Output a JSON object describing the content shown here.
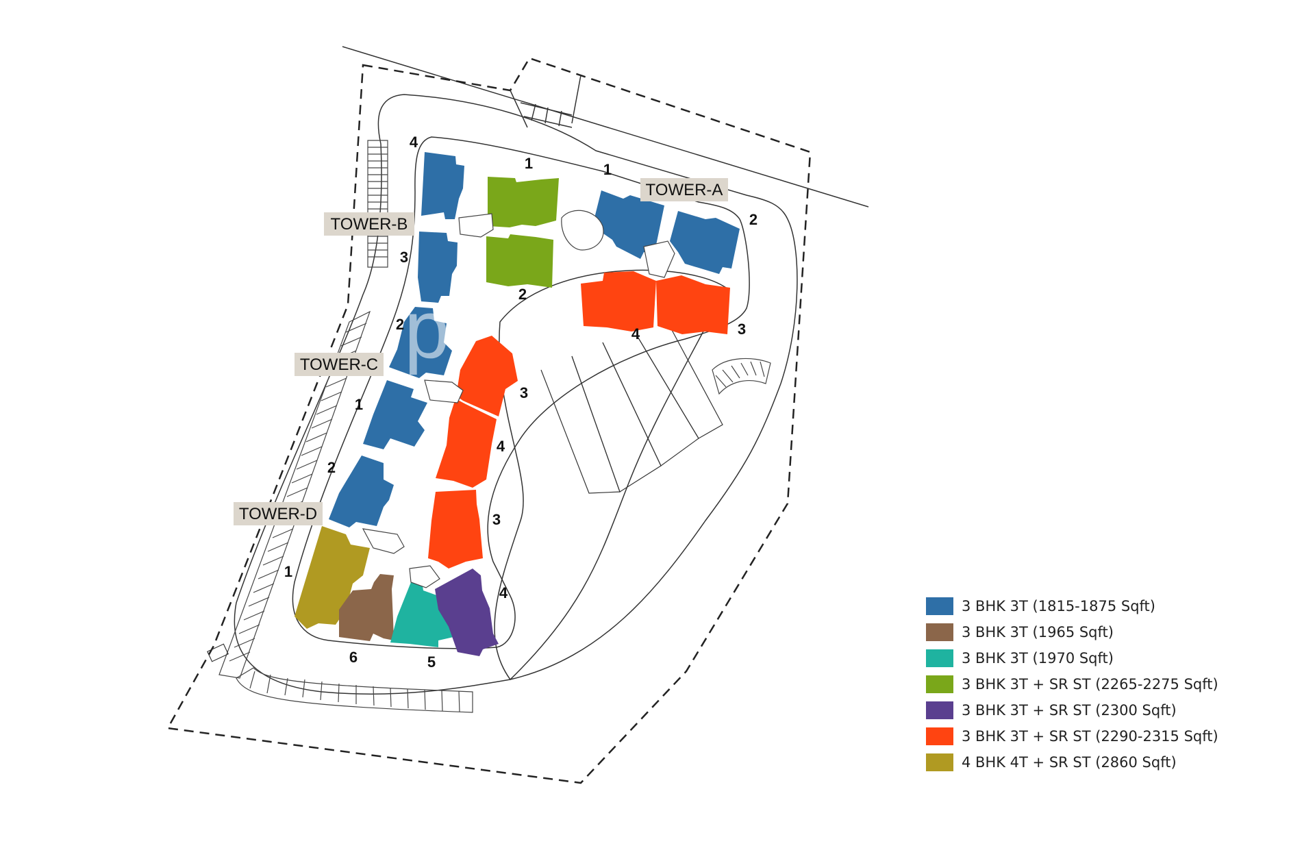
{
  "colors": {
    "blue": "#2e6fa7",
    "brown": "#8b664a",
    "teal": "#1fb3a0",
    "green": "#7aa71a",
    "purple": "#5a3f8f",
    "orange": "#ff4411",
    "olive": "#b09a22",
    "tag_bg": "#dcd6cc"
  },
  "towers": {
    "a": "TOWER-A",
    "b": "TOWER-B",
    "c": "TOWER-C",
    "d": "TOWER-D"
  },
  "unit_numbers": {
    "b_top_4": "4",
    "b_mid_3": "3",
    "a_top_1a": "1",
    "a_top_1b": "1",
    "a_right_2": "2",
    "a_right_3": "3",
    "a_inner_4": "4",
    "b_inner_2": "2",
    "c_left_2": "2",
    "c_left_1": "1",
    "c_inner_3": "3",
    "c_inner_4": "4",
    "d_left_2": "2",
    "d_left_1": "1",
    "d_inner_3": "3",
    "d_right_4": "4",
    "d_bottom_6": "6",
    "d_bottom_5": "5"
  },
  "legend": [
    {
      "label": "3 BHK 3T (1815-1875 Sqft)",
      "color": "#2e6fa7"
    },
    {
      "label": "3 BHK 3T (1965 Sqft)",
      "color": "#8b664a"
    },
    {
      "label": "3 BHK 3T (1970 Sqft)",
      "color": "#1fb3a0"
    },
    {
      "label": "3 BHK 3T + SR ST (2265-2275 Sqft)",
      "color": "#7aa71a"
    },
    {
      "label": "3 BHK 3T + SR ST (2300 Sqft)",
      "color": "#5a3f8f"
    },
    {
      "label": "3 BHK 3T + SR ST (2290-2315 Sqft)",
      "color": "#ff4411"
    },
    {
      "label": "4 BHK 4T + SR ST (2860 Sqft)",
      "color": "#b09a22"
    }
  ]
}
